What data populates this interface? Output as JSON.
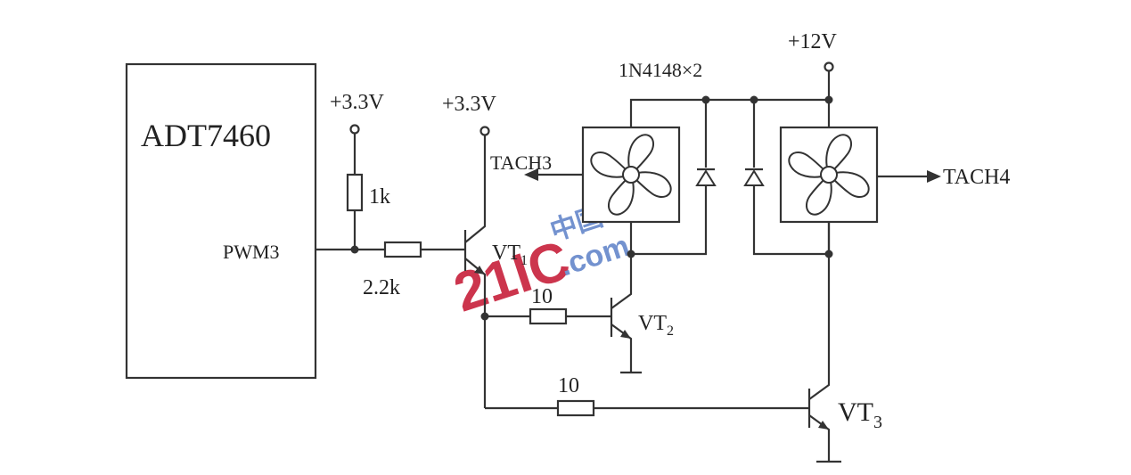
{
  "chip": {
    "name": "ADT7460",
    "pin": "PWM3"
  },
  "supply_3v3_left": "+3.3V",
  "supply_3v3_right": "+3.3V",
  "supply_12v": "+12V",
  "resistors": {
    "r_pullup": "1k",
    "r_base": "2.2k",
    "r_vt2": "10",
    "r_vt3": "10"
  },
  "transistors": {
    "vt1": "VT",
    "vt1_sub": "1",
    "vt2": "VT",
    "vt2_sub": "2",
    "vt3": "VT",
    "vt3_sub": "3"
  },
  "diodes": "1N4148×2",
  "tach_left": "TACH3",
  "tach_right": "TACH4",
  "watermark": {
    "text": "21IC",
    "sub": ".com",
    "cn": "中国电子网",
    "color": "#c4122f",
    "color2": "#5b7fc7"
  }
}
